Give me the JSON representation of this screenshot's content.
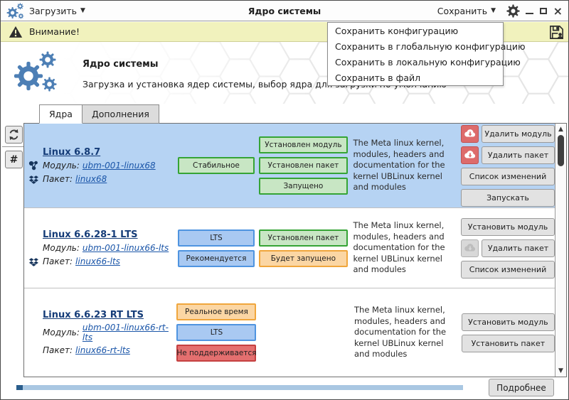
{
  "toolbar": {
    "load_label": "Загрузить",
    "title": "Ядро системы",
    "save_label": "Сохранить"
  },
  "warning_bar": {
    "label": "Внимание!"
  },
  "save_menu": {
    "items": [
      "Сохранить конфигурацию",
      "Сохранить в глобальную конфигурацию",
      "Сохранить в локальную конфигурацию",
      "Сохранить в файл"
    ]
  },
  "hero": {
    "title": "Ядро системы",
    "subtitle": "Загрузка и установка ядер системы, выбор ядра для загрузки по умолчанию"
  },
  "tabs": [
    {
      "label": "Ядра",
      "active": true
    },
    {
      "label": "Дополнения",
      "active": false
    }
  ],
  "side_buttons": {
    "refresh_icon": "refresh-icon",
    "hash_label": "#"
  },
  "kernels": [
    {
      "title": "Linux 6.8.7",
      "module_label": "Модуль:",
      "module": "ubm-001-linux68",
      "package_label": "Пакет:",
      "package": "linux68",
      "selected": true,
      "badges_col1": [
        {
          "label": "Стабильное",
          "type": "green"
        }
      ],
      "badges_col2": [
        {
          "label": "Установлен модуль",
          "type": "green"
        },
        {
          "label": "Установлен пакет",
          "type": "green"
        },
        {
          "label": "Запущено",
          "type": "green"
        }
      ],
      "description": "The Meta linux kernel, modules, headers and documentation for the kernel UBLinux kernel and modules",
      "actions": [
        {
          "label": "Удалить модуль",
          "icon": "cloud-download-red"
        },
        {
          "label": "Удалить пакет",
          "icon": "cloud-download-red"
        },
        {
          "label": "Список изменений",
          "icon": null
        },
        {
          "label": "Запускать",
          "icon": null
        }
      ]
    },
    {
      "title": "Linux 6.6.28-1 LTS",
      "module_label": "Модуль:",
      "module": "ubm-001-linux66-lts",
      "package_label": "Пакет:",
      "package": "linux66-lts",
      "selected": false,
      "badges_col1": [
        {
          "label": "LTS",
          "type": "blue"
        },
        {
          "label": "Рекомендуется",
          "type": "blue"
        }
      ],
      "badges_col2": [
        {
          "label": "Установлен пакет",
          "type": "green"
        },
        {
          "label": "Будет запущено",
          "type": "orange"
        }
      ],
      "description": "The Meta linux kernel, modules, headers and documentation for the kernel UBLinux kernel and modules",
      "actions": [
        {
          "label": "Установить модуль",
          "icon": null
        },
        {
          "label": "Удалить пакет",
          "icon": "cloud-download-gray"
        },
        {
          "label": "Список изменений",
          "icon": null
        }
      ]
    },
    {
      "title": "Linux 6.6.23 RT LTS",
      "module_label": "Модуль:",
      "module": "ubm-001-linux66-rt-lts",
      "package_label": "Пакет:",
      "package": "linux66-rt-lts",
      "selected": false,
      "badges_col1": [
        {
          "label": "Реальное время",
          "type": "orange"
        },
        {
          "label": "LTS",
          "type": "blue"
        },
        {
          "label": "Не поддерживается",
          "type": "red"
        }
      ],
      "badges_col2": [],
      "description": "The Meta linux kernel, modules, headers and documentation for the kernel UBLinux kernel and modules",
      "actions": [
        {
          "label": "Установить модуль",
          "icon": null
        },
        {
          "label": "Установить пакет",
          "icon": null
        }
      ]
    }
  ],
  "footer": {
    "details_label": "Подробнее",
    "progress_percent": 2
  },
  "colors": {
    "accent_blue": "#4d7fb5",
    "selected_row": "#b6d3f3",
    "warning_bg": "#f1f2bd",
    "badge_green_bg": "#c8e6c4",
    "badge_green_border": "#35a435",
    "badge_blue_bg": "#a9c9f2",
    "badge_blue_border": "#4f94e0",
    "badge_orange_bg": "#fbd6a4",
    "badge_orange_border": "#f0a63c",
    "badge_red_bg": "#e46f6f",
    "badge_red_border": "#c54040",
    "danger_icon_bg": "#dd6b6b",
    "progress_track": "#a9c7e2",
    "progress_done": "#2a5d8c",
    "link": "#1a55a8"
  }
}
